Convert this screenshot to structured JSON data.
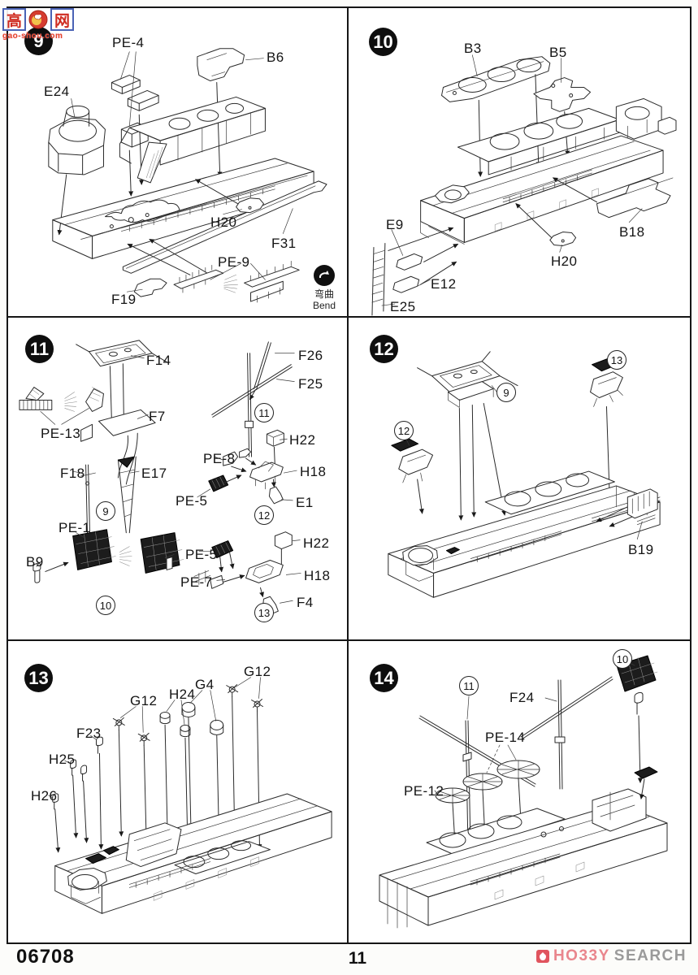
{
  "sheet": {
    "kit_number": "06708",
    "page_number": "11",
    "logo": {
      "primary": "HO33Y",
      "secondary": "SEARCH"
    },
    "watermark": {
      "left_char": "高",
      "right_char": "网",
      "domain": "gao-shou.com"
    }
  },
  "colors": {
    "line": "#2a2a2a",
    "badge_black": "#0e0e0e",
    "watermark_red": "#cf2b20",
    "watermark_blue": "#4a63b5",
    "logo_pink": "#e9868d",
    "logo_gray": "#9a9a9a"
  },
  "bend_note": {
    "zh": "弯曲",
    "en": "Bend"
  },
  "panels": [
    {
      "step": "9",
      "parts": [
        "PE-4",
        "B6",
        "E24",
        "H20",
        "F31",
        "PE-9",
        "F19"
      ],
      "refs": []
    },
    {
      "step": "10",
      "parts": [
        "B3",
        "B5",
        "E9",
        "E12",
        "E25",
        "H20",
        "B18"
      ],
      "refs": []
    },
    {
      "step": "11",
      "parts": [
        "F14",
        "F26",
        "F25",
        "PE-13",
        "F7",
        "H22",
        "PE-8",
        "F18",
        "E17",
        "H18",
        "PE-5",
        "E1",
        "PE-1",
        "H22",
        "PE-5",
        "B9",
        "PE-7",
        "H18",
        "F4"
      ],
      "refs": [
        "11",
        "9",
        "12",
        "10",
        "13"
      ]
    },
    {
      "step": "12",
      "parts": [
        "B19"
      ],
      "refs": [
        "13",
        "9",
        "12"
      ]
    },
    {
      "step": "13",
      "parts": [
        "G12",
        "G4",
        "H24",
        "G12",
        "F23",
        "H25",
        "H26"
      ],
      "refs": []
    },
    {
      "step": "14",
      "parts": [
        "F24",
        "PE-14",
        "PE-12"
      ],
      "refs": [
        "10",
        "11"
      ]
    }
  ]
}
